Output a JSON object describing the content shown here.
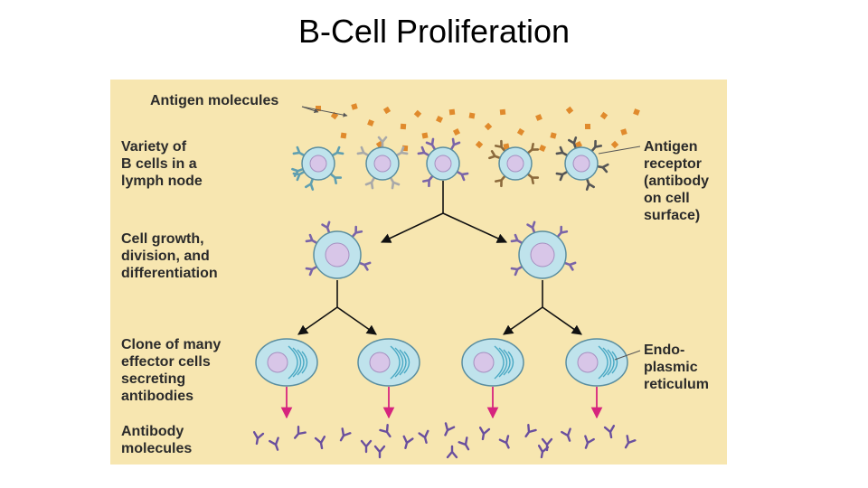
{
  "title": "B-Cell Proliferation",
  "labels": {
    "antigen_molecules": "Antigen molecules",
    "variety": "Variety of\nB cells in a\nlymph node",
    "antigen_receptor": "Antigen\nreceptor\n(antibody\non cell\nsurface)",
    "cell_growth": "Cell growth,\ndivision, and\ndifferentiation",
    "clone": "Clone of many\neffector cells\nsecreting\nantibodies",
    "endoplasmic": "Endo-\nplasmic\nreticulum",
    "antibody": "Antibody\nmolecules"
  },
  "colors": {
    "panel": "#f7e6b0",
    "cell_fill": "#bfe3ec",
    "cell_stroke": "#5a8ea0",
    "nucleus": "#d8c6e8",
    "antigen": "#e08a2c",
    "antibody": "#6a4f9e",
    "arrow_down": "#d6247e",
    "arrow": "#111111"
  },
  "receptor_colors": [
    "#5f9fb0",
    "#a9a9a9",
    "#7a64a8",
    "#8c6a3c",
    "#555555"
  ]
}
